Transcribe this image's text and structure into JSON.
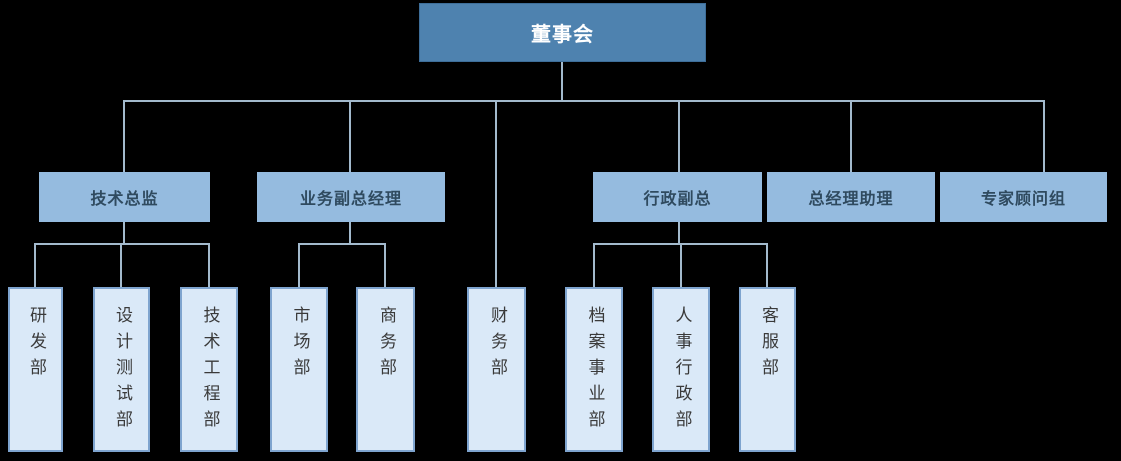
{
  "diagram_type": "org-chart",
  "colors": {
    "background": "#000000",
    "root_fill": "#4E82AF",
    "root_text": "#FFFFFF",
    "level2_fill": "#95BBDF",
    "level2_text": "#2F4A5F",
    "level3_fill": "#DAE9F8",
    "level3_border": "#7EA4CF",
    "level3_text": "#3A3A3A",
    "connector": "#A3BACD"
  },
  "nodes": {
    "root": {
      "label": "董事会"
    },
    "l2": [
      {
        "label": "技术总监",
        "parent": "董事会"
      },
      {
        "label": "业务副总经理",
        "parent": "董事会"
      },
      {
        "label": "行政副总",
        "parent": "董事会"
      },
      {
        "label": "总经理助理",
        "parent": "董事会"
      },
      {
        "label": "专家顾问组",
        "parent": "董事会"
      }
    ],
    "l3": [
      {
        "label": "研发部",
        "parent": "技术总监"
      },
      {
        "label": "设计测试部",
        "parent": "技术总监"
      },
      {
        "label": "技术工程部",
        "parent": "技术总监"
      },
      {
        "label": "市场部",
        "parent": "业务副总经理"
      },
      {
        "label": "商务部",
        "parent": "业务副总经理"
      },
      {
        "label": "财务部",
        "parent": "董事会"
      },
      {
        "label": "档案事业部",
        "parent": "行政副总"
      },
      {
        "label": "人事行政部",
        "parent": "行政副总"
      },
      {
        "label": "客服部",
        "parent": "行政副总"
      }
    ]
  }
}
